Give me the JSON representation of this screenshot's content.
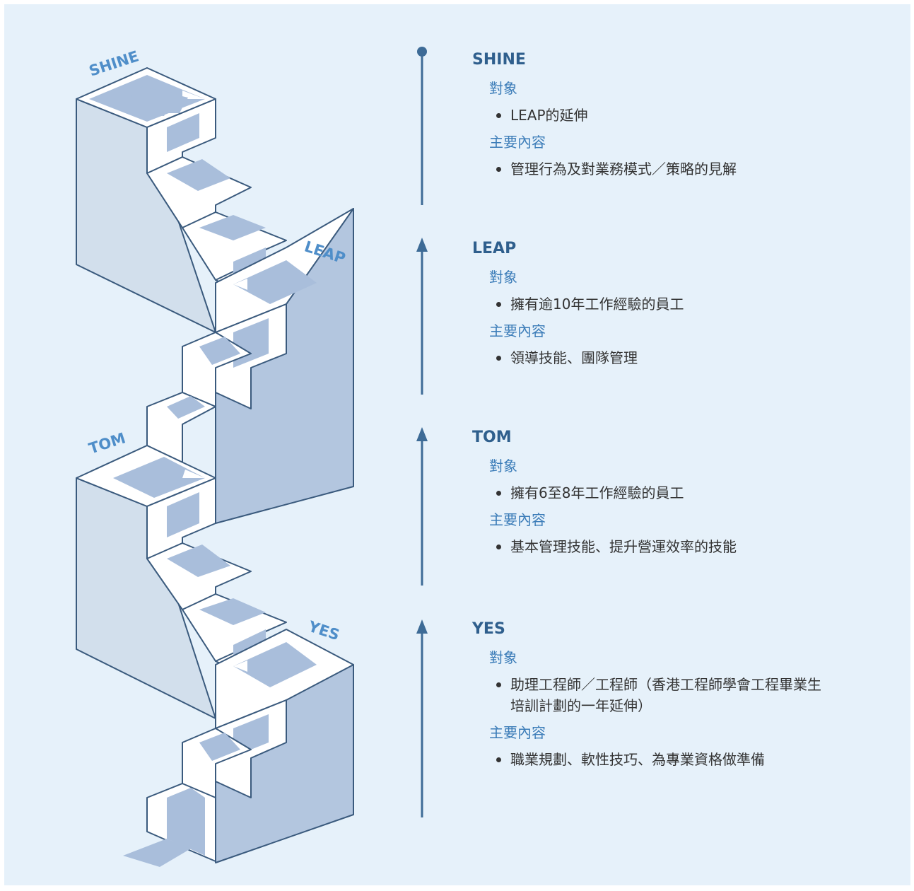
{
  "staircase": {
    "labels": {
      "shine": "SHINE",
      "leap": "LEAP",
      "tom": "TOM",
      "yes": "YES"
    }
  },
  "stages": [
    {
      "title": "SHINE",
      "target_label": "對象",
      "target_items": [
        "LEAP的延伸"
      ],
      "content_label": "主要內容",
      "content_items": [
        "管理行為及對業務模式／策略的見解"
      ]
    },
    {
      "title": "LEAP",
      "target_label": "對象",
      "target_items": [
        "擁有逾10年工作經驗的員工"
      ],
      "content_label": "主要內容",
      "content_items": [
        "領導技能、團隊管理"
      ]
    },
    {
      "title": "TOM",
      "target_label": "對象",
      "target_items": [
        "擁有6至8年工作經驗的員工"
      ],
      "content_label": "主要內容",
      "content_items": [
        "基本管理技能、提升營運效率的技能"
      ]
    },
    {
      "title": "YES",
      "target_label": "對象",
      "target_items": [
        "助理工程師／工程師（香港工程師學會工程畢業生培訓計劃的一年延伸）"
      ],
      "content_label": "主要內容",
      "content_items": [
        "職業規劃、軟性技巧、為專業資格做準備"
      ]
    }
  ],
  "colors": {
    "background": "#e6f1fa",
    "stair_light": "#d2dfec",
    "stair_dark": "#b3c6df",
    "tread": "#a9bedb",
    "outline": "#3a5a7d",
    "label": "#4f8ec9",
    "timeline": "#3d6b96",
    "title": "#2f5f8d"
  }
}
